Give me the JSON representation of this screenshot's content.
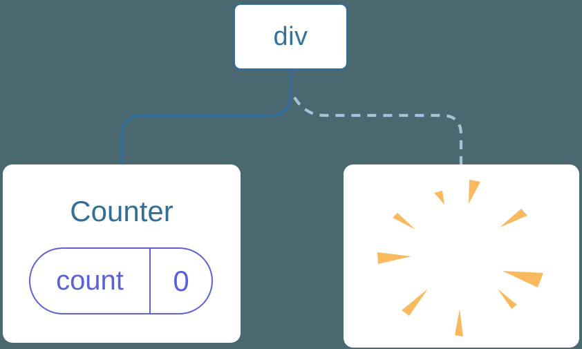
{
  "diagram": {
    "root_node": {
      "label": "div"
    },
    "counter_node": {
      "title": "Counter",
      "state_pill": {
        "key": "count",
        "value": "0"
      }
    },
    "removed_node": {
      "icon": "poof-starburst-icon"
    }
  },
  "colors": {
    "background": "#4B6770",
    "card_background": "#FFFFFF",
    "node_border_blue": "#2E6F9F",
    "node_text_blue": "#35719F",
    "counter_title_blue": "#326E96",
    "state_accent_purple": "#5C61D6",
    "solid_connector_blue": "#2E6F9F",
    "dashed_connector_light_blue": "#A2C3D8",
    "poof_orange": "#F9B95F"
  }
}
